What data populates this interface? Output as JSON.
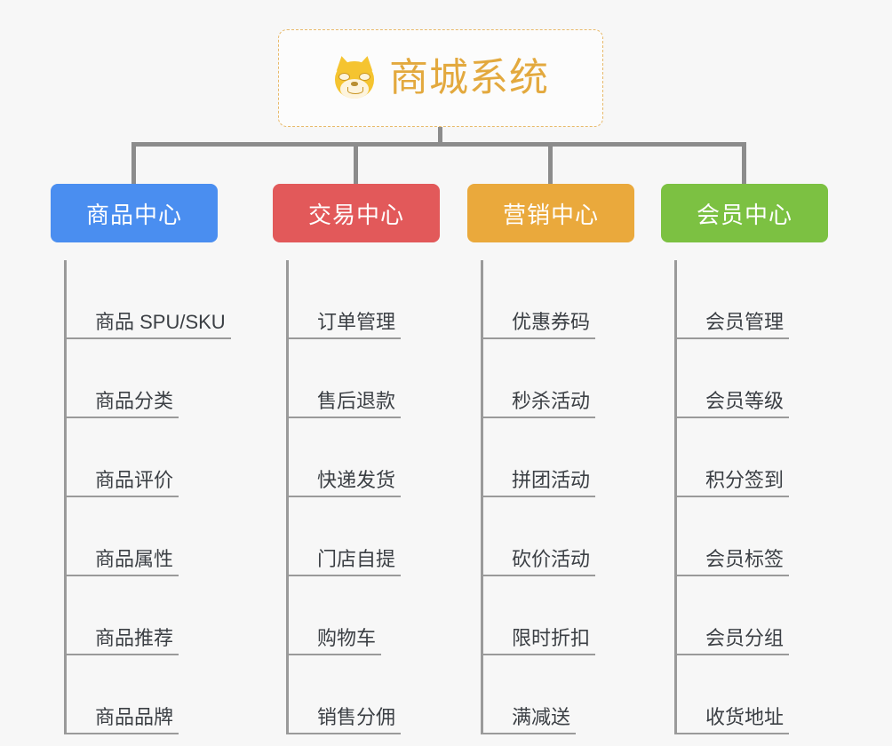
{
  "root": {
    "title": "商城系统",
    "emoji_name": "shiba-inu-emoji",
    "border_color": "#e8b96a",
    "text_color": "#e3a93e",
    "background": "#fcfcfc"
  },
  "canvas": {
    "background": "#f7f7f7",
    "connector_color": "#8c8c8c",
    "leaf_text_color": "#3b3f44",
    "leaf_rule_color": "#9a9a9a"
  },
  "columns": [
    {
      "id": "product-center",
      "label": "商品中心",
      "color": "#4a8ef0",
      "items": [
        "商品 SPU/SKU",
        "商品分类",
        "商品评价",
        "商品属性",
        "商品推荐",
        "商品品牌"
      ]
    },
    {
      "id": "trade-center",
      "label": "交易中心",
      "color": "#e2595a",
      "items": [
        "订单管理",
        "售后退款",
        "快递发货",
        "门店自提",
        "购物车",
        "销售分佣"
      ]
    },
    {
      "id": "marketing-center",
      "label": "营销中心",
      "color": "#eaa93c",
      "items": [
        "优惠券码",
        "秒杀活动",
        "拼团活动",
        "砍价活动",
        "限时折扣",
        "满减送"
      ]
    },
    {
      "id": "member-center",
      "label": "会员中心",
      "color": "#7cc142",
      "items": [
        "会员管理",
        "会员等级",
        "积分签到",
        "会员标签",
        "会员分组",
        "收货地址"
      ]
    }
  ]
}
